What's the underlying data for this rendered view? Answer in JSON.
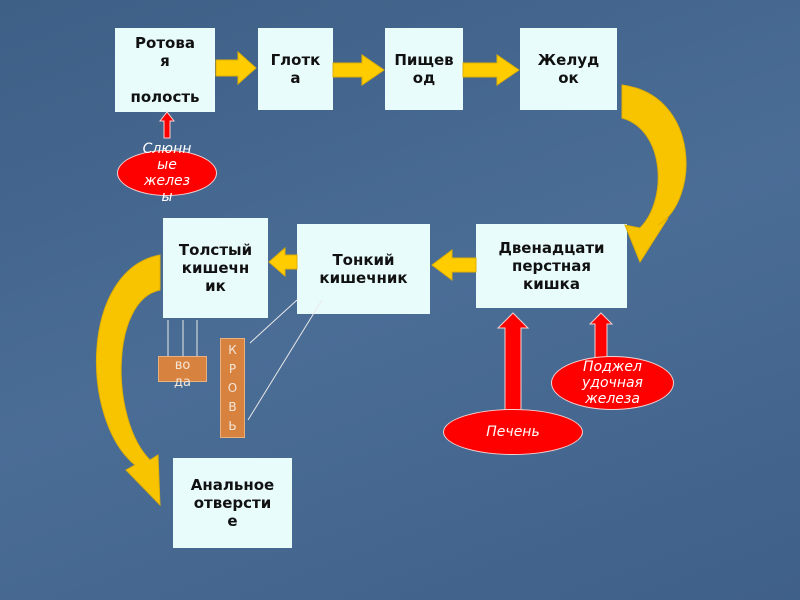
{
  "nodes": {
    "mouth": "Ротова\nя\n\nполость",
    "pharynx": "Глотк\nа",
    "esophagus": "Пищев\nод",
    "stomach": "Желуд\nок",
    "duodenum": "Двенадцати\nперстная\nкишка",
    "small_intestine": "Тонкий\nкишечник",
    "large_intestine": "Толстый\nкишечн\nик",
    "anus": "Анальное\nотверсти\nе"
  },
  "glands": {
    "salivary": "Слюнн\nые\nжелез\nы",
    "liver": "Печень",
    "pancreas": "Поджел\nудочная\nжелеза"
  },
  "absorption": {
    "water": "во\nда",
    "blood": "К\nР\nО\nВ\nЬ"
  },
  "colors": {
    "box": "#e9fcfc",
    "arrow": "#ffcc00",
    "gland": "#ff0000",
    "absorb": "#d8823f"
  }
}
